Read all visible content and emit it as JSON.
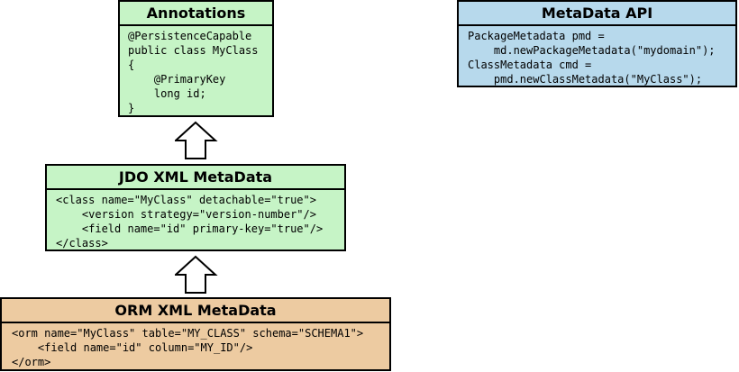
{
  "colors": {
    "green_fill": "#c6f4c6",
    "blue_fill": "#b7d9ec",
    "orange_fill": "#edcba1",
    "border": "#000000"
  },
  "annotations": {
    "title": "Annotations",
    "code": "@PersistenceCapable\npublic class MyClass\n{\n    @PrimaryKey\n    long id;\n}"
  },
  "metadata_api": {
    "title": "MetaData API",
    "code": "PackageMetadata pmd =\n    md.newPackageMetadata(\"mydomain\");\nClassMetadata cmd =\n    pmd.newClassMetadata(\"MyClass\");"
  },
  "jdo_xml": {
    "title": "JDO XML MetaData",
    "code": "<class name=\"MyClass\" detachable=\"true\">\n    <version strategy=\"version-number\"/>\n    <field name=\"id\" primary-key=\"true\"/>\n</class>"
  },
  "orm_xml": {
    "title": "ORM XML MetaData",
    "code": "<orm name=\"MyClass\" table=\"MY_CLASS\" schema=\"SCHEMA1\">\n    <field name=\"id\" column=\"MY_ID\"/>\n</orm>"
  }
}
